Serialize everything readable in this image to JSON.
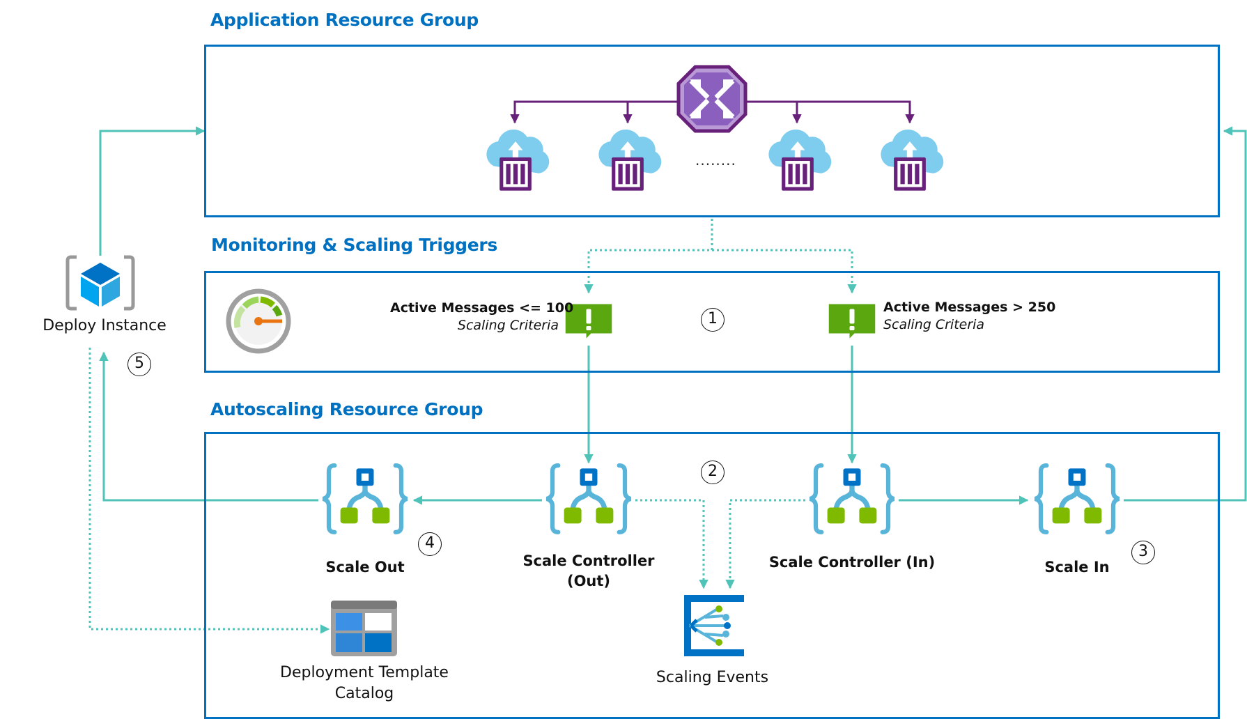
{
  "groups": {
    "application": {
      "title": "Application Resource Group"
    },
    "monitoring": {
      "title": "Monitoring & Scaling Triggers"
    },
    "autoscaling": {
      "title": "Autoscaling Resource Group"
    }
  },
  "application": {
    "load_balancer_icon": "load-balancer-icon",
    "instances_icon": "cloud-service-container-icon",
    "instance_count_visible": 4,
    "ellipsis": "........"
  },
  "monitoring": {
    "monitor_icon": "gauge-icon",
    "criteria": [
      {
        "title": "Active Messages <= 100",
        "subtitle": "Scaling Criteria",
        "icon": "alert-icon"
      },
      {
        "title": "Active Messages > 250",
        "subtitle": "Scaling Criteria",
        "icon": "alert-icon"
      }
    ]
  },
  "autoscaling": {
    "nodes": [
      {
        "label": "Scale Out",
        "icon": "logic-app-icon"
      },
      {
        "label_line1": "Scale Controller",
        "label_line2": "(Out)",
        "icon": "logic-app-icon"
      },
      {
        "label": "Scale Controller (In)",
        "icon": "logic-app-icon"
      },
      {
        "label": "Scale In",
        "icon": "logic-app-icon"
      }
    ],
    "events": {
      "label": "Scaling Events",
      "icon": "event-grid-icon"
    },
    "catalog": {
      "label_line1": "Deployment Template",
      "label_line2": "Catalog",
      "icon": "template-catalog-icon"
    }
  },
  "deploy": {
    "label": "Deploy Instance",
    "icon": "deploy-cube-icon"
  },
  "steps": [
    "①",
    "②",
    "③",
    "④",
    "⑤"
  ],
  "colors": {
    "group_border": "#0070c0",
    "title": "#0070c0",
    "flow": "#4fc3b8",
    "purple": "#68217a",
    "cloud": "#7fcdee",
    "green": "#7fba00",
    "alert_green": "#5aa70f",
    "logic_blue": "#59b4d9"
  }
}
